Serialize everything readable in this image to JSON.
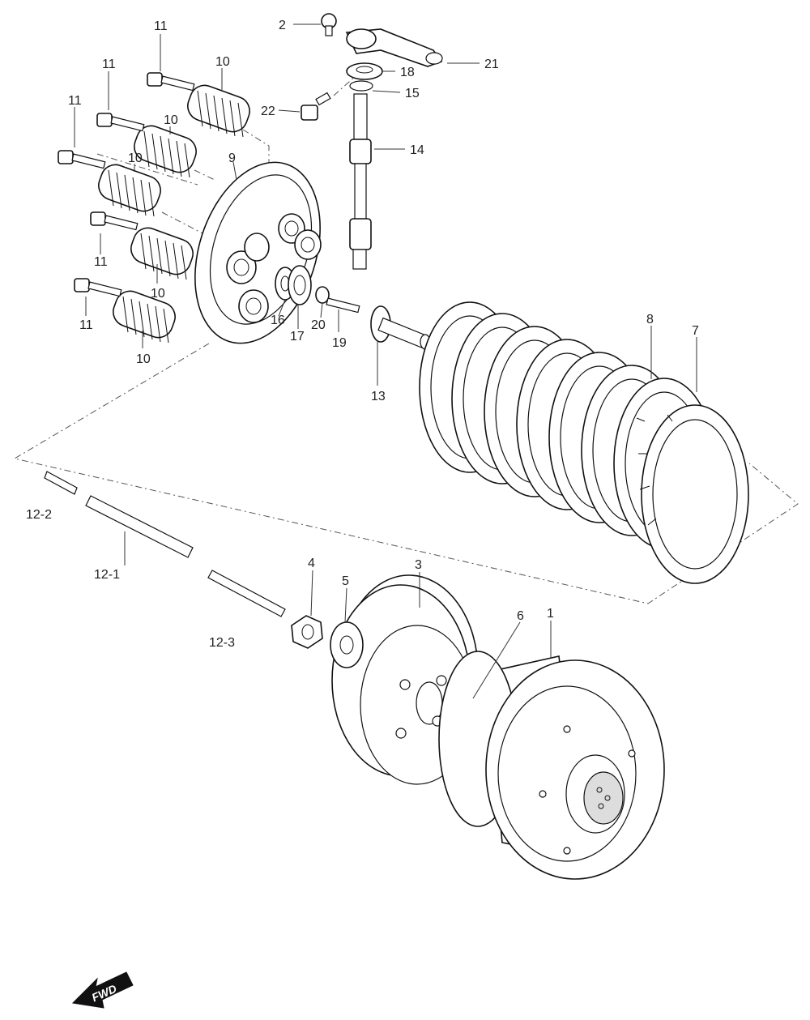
{
  "callouts": {
    "c1": "1",
    "c2": "2",
    "c3": "3",
    "c4": "4",
    "c5": "5",
    "c6": "6",
    "c7": "7",
    "c8": "8",
    "c9": "9",
    "c10a": "10",
    "c10b": "10",
    "c10c": "10",
    "c10d": "10",
    "c10e": "10",
    "c11a": "11",
    "c11b": "11",
    "c11c": "11",
    "c11d": "11",
    "c11e": "11",
    "c12_1": "12-1",
    "c12_2": "12-2",
    "c12_3": "12-3",
    "c13": "13",
    "c14": "14",
    "c15": "15",
    "c16": "16",
    "c17": "17",
    "c18": "18",
    "c19": "19",
    "c20": "20",
    "c21": "21",
    "c22": "22"
  },
  "fwd_badge": {
    "label": "FWD"
  },
  "icons": {
    "direction": "forward-arrow-icon"
  }
}
